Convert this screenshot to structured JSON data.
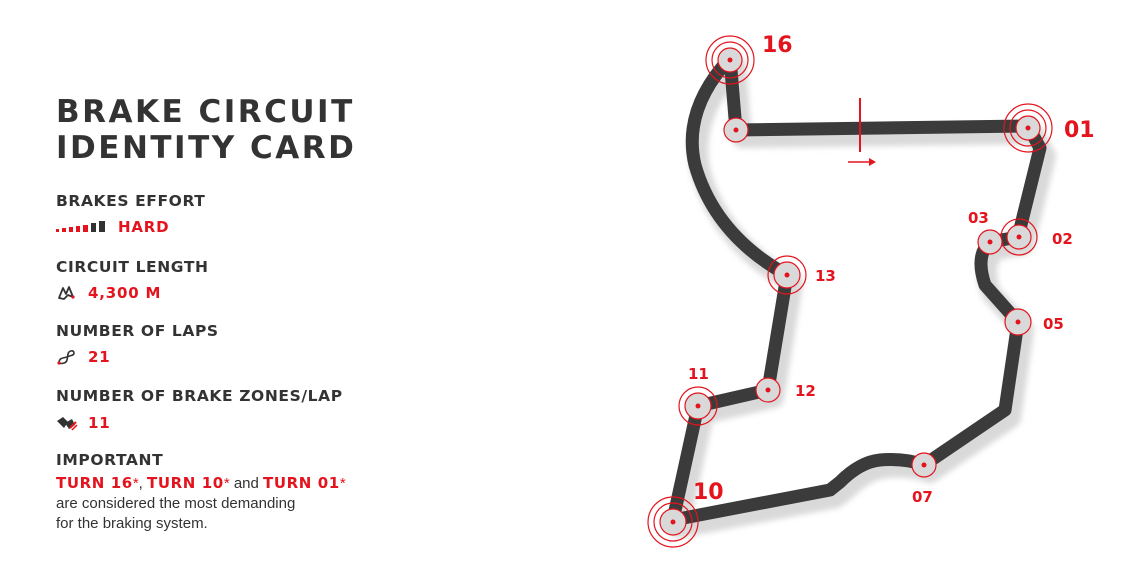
{
  "card": {
    "title_line1": "BRAKE CIRCUIT",
    "title_line2": "IDENTITY CARD"
  },
  "stats": {
    "brakes_effort_label": "BRAKES EFFORT",
    "brakes_effort_value": "HARD",
    "brakes_effort_level": 5,
    "circuit_length_label": "CIRCUIT LENGTH",
    "circuit_length_value": "4,300 M",
    "laps_label": "NUMBER OF LAPS",
    "laps_value": "21",
    "brake_zones_label": "NUMBER OF BRAKE ZONES/LAP",
    "brake_zones_value": "11"
  },
  "important": {
    "label": "IMPORTANT",
    "turn_a": "TURN 16",
    "sep1": ", ",
    "turn_b": "TURN 10",
    "sep2": " and ",
    "turn_c": "TURN 01",
    "star": "*",
    "line2": "are considered the most demanding",
    "line3": "for the braking system."
  },
  "turns": {
    "t01": "01",
    "t02": "02",
    "t03": "03",
    "t05": "05",
    "t07": "07",
    "t10": "10",
    "t11": "11",
    "t12": "12",
    "t13": "13",
    "t16": "16"
  },
  "colors": {
    "accent": "#e3141e",
    "text": "#333333",
    "track": "#3b3b3b",
    "track_shadow": "#d9d9d9"
  },
  "icons": {
    "effort": "brake-effort-bars-icon",
    "length": "track-length-icon",
    "laps": "laps-loop-icon",
    "zones": "brake-zones-icon"
  }
}
